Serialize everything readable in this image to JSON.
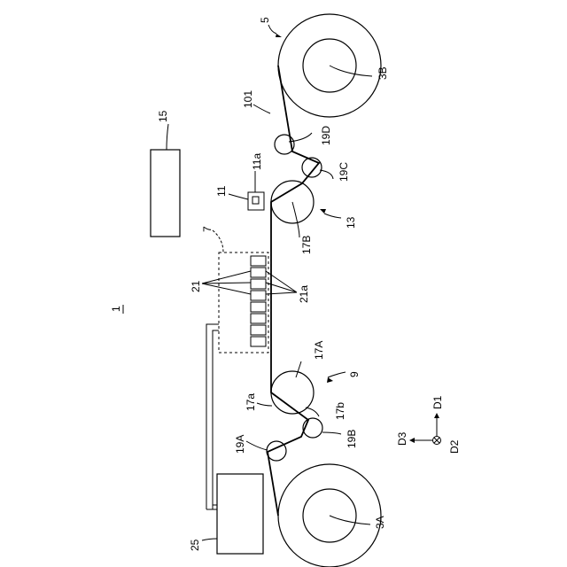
{
  "labels": {
    "l1": "1",
    "l3A": "3A",
    "l3B": "3B",
    "l5": "5",
    "l7": "7",
    "l9": "9",
    "l11": "11",
    "l11a": "11a",
    "l13": "13",
    "l15": "15",
    "l17A": "17A",
    "l17a": "17a",
    "l17b": "17b",
    "l17B": "17B",
    "l19A": "19A",
    "l19B": "19B",
    "l19C": "19C",
    "l19D": "19D",
    "l21": "21",
    "l21a": "21a",
    "l25": "25",
    "l101": "101",
    "lD1": "D1",
    "lD2": "D2",
    "lD3": "D3"
  }
}
